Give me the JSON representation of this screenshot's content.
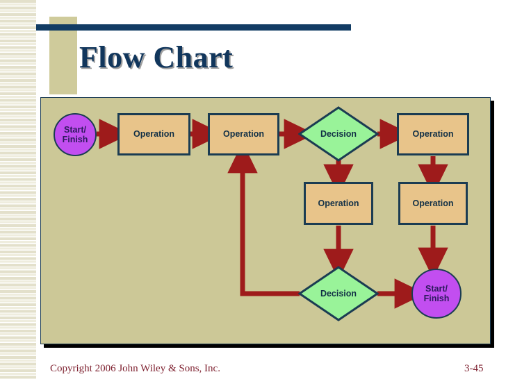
{
  "slide": {
    "title": "Flow Chart",
    "background_color": "#ffffff",
    "accent_bar_color": "#cfcb9b",
    "rule_color": "#123c64",
    "title_color": "#11365c"
  },
  "footer": {
    "copyright": "Copyright 2006 John Wiley & Sons, Inc.",
    "page_number": "3-45",
    "text_color": "#7d1f2e"
  },
  "flowchart": {
    "panel_background": "#ccc897",
    "panel_border_color": "#1b3c52",
    "connector_color": "#9e1b1b",
    "colors": {
      "operation_fill": "#e8c48a",
      "decision_fill": "#99f399",
      "terminator_fill": "#c24ef0",
      "shape_border": "#1b3c52",
      "label_text": "#123046"
    },
    "nodes": [
      {
        "id": "start",
        "type": "terminator",
        "label": "Start/\nFinish",
        "label_line1": "Start/",
        "label_line2": "Finish"
      },
      {
        "id": "op1",
        "type": "operation",
        "label": "Operation"
      },
      {
        "id": "op2",
        "type": "operation",
        "label": "Operation"
      },
      {
        "id": "decision1",
        "type": "decision",
        "label": "Decision"
      },
      {
        "id": "op3",
        "type": "operation",
        "label": "Operation"
      },
      {
        "id": "op4",
        "type": "operation",
        "label": "Operation"
      },
      {
        "id": "op5",
        "type": "operation",
        "label": "Operation"
      },
      {
        "id": "decision2",
        "type": "decision",
        "label": "Decision"
      },
      {
        "id": "finish",
        "type": "terminator",
        "label": "Start/\nFinish",
        "label_line1": "Start/",
        "label_line2": "Finish"
      }
    ],
    "edges": [
      {
        "from": "start",
        "to": "op1"
      },
      {
        "from": "op1",
        "to": "op2"
      },
      {
        "from": "op2",
        "to": "decision1"
      },
      {
        "from": "decision1",
        "to": "op3"
      },
      {
        "from": "decision1",
        "to": "op4"
      },
      {
        "from": "op3",
        "to": "op5"
      },
      {
        "from": "op4",
        "to": "decision2"
      },
      {
        "from": "op5",
        "to": "finish"
      },
      {
        "from": "decision2",
        "to": "finish"
      },
      {
        "from": "decision2",
        "to": "op2"
      }
    ]
  }
}
